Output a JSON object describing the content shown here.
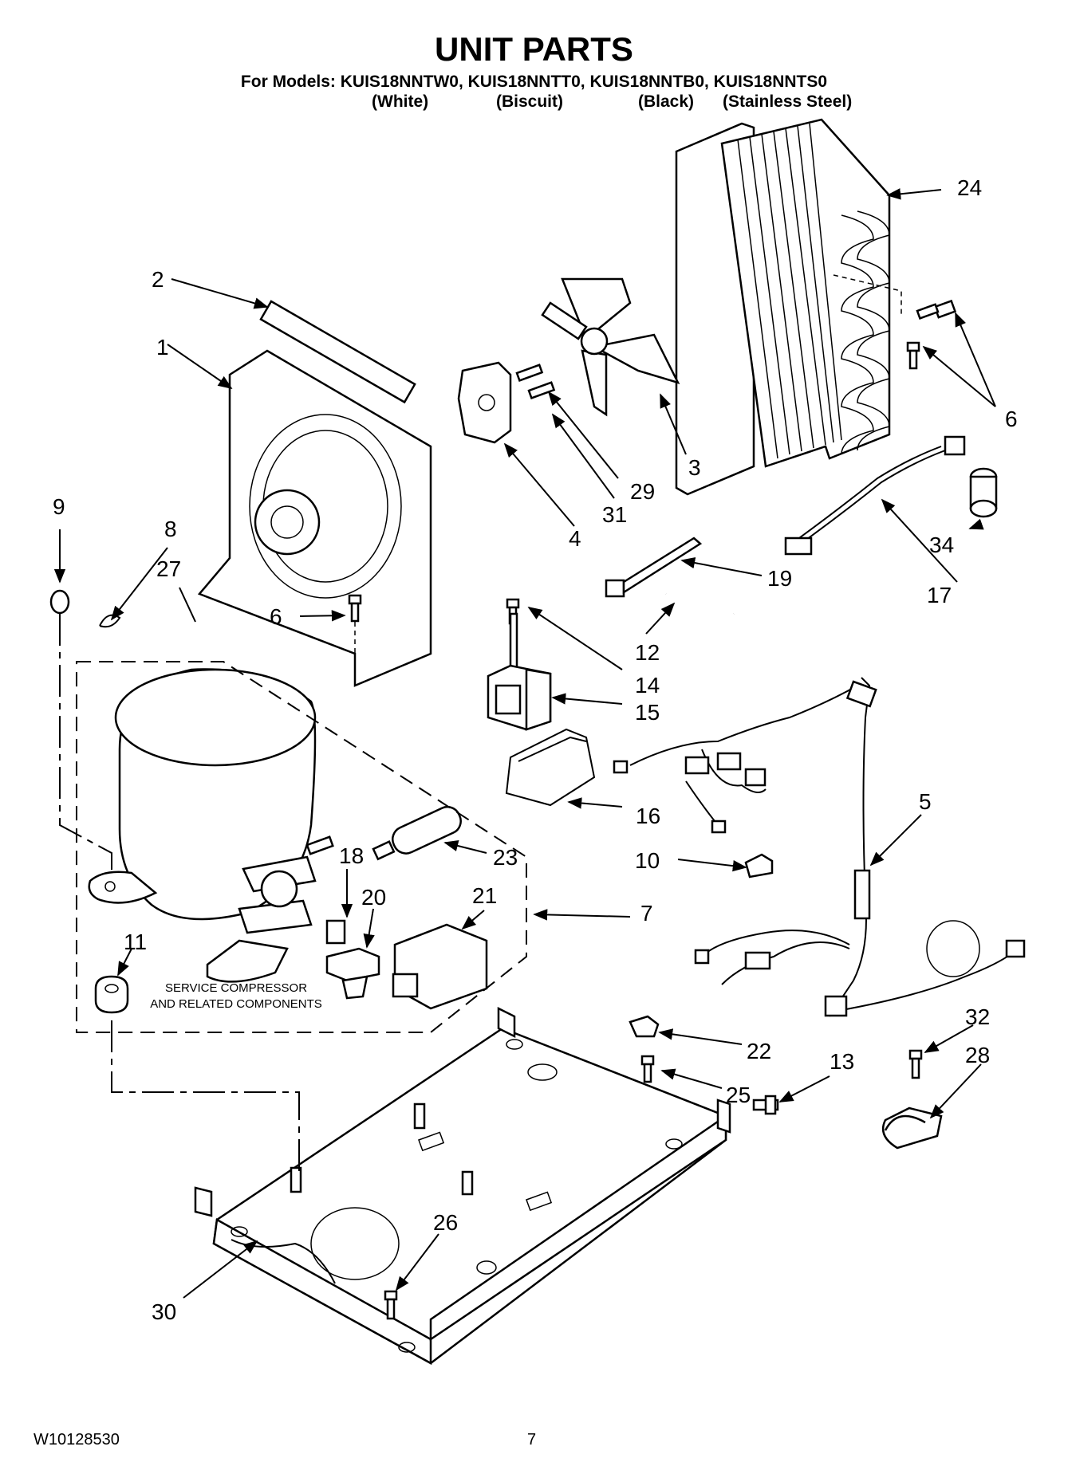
{
  "page": {
    "title": "UNIT PARTS",
    "models_line": "For Models: KUIS18NNTW0, KUIS18NNTT0, KUIS18NNTB0, KUIS18NNTS0",
    "variants": [
      "(White)",
      "(Biscuit)",
      "(Black)",
      "(Stainless Steel)"
    ],
    "doc_number": "W10128530",
    "page_number": "7"
  },
  "diagram": {
    "callouts": [
      "1",
      "2",
      "3",
      "4",
      "5",
      "6",
      "6",
      "6",
      "7",
      "8",
      "9",
      "10",
      "11",
      "12",
      "13",
      "14",
      "15",
      "16",
      "17",
      "18",
      "19",
      "20",
      "21",
      "22",
      "23",
      "24",
      "25",
      "26",
      "27",
      "28",
      "29",
      "30",
      "31",
      "32",
      "34"
    ],
    "kit_label": [
      "SERVICE COMPRESSOR",
      "AND RELATED COMPONENTS"
    ]
  }
}
